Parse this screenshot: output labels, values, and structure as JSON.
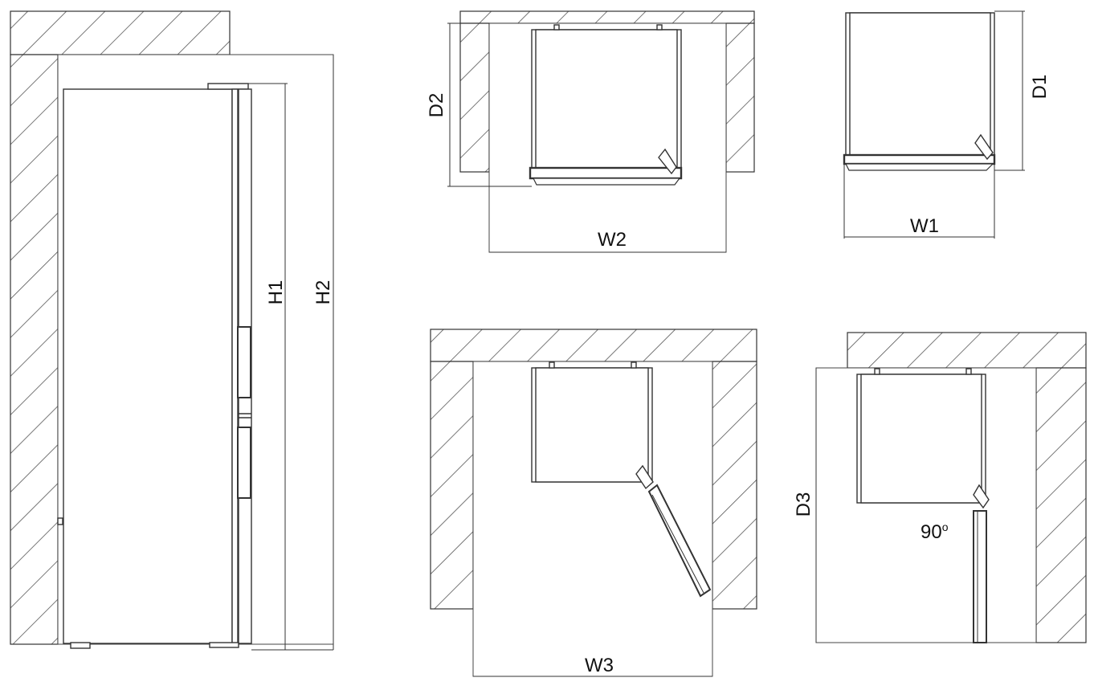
{
  "labels": {
    "h1": "H1",
    "h2": "H2",
    "d1": "D1",
    "d2": "D2",
    "d3": "D3",
    "w1": "W1",
    "w2": "W2",
    "w3": "W3",
    "angle": "90",
    "angle_unit": "o"
  },
  "colors": {
    "line": "#222222",
    "hatch": "#555555",
    "background": "#ffffff"
  }
}
